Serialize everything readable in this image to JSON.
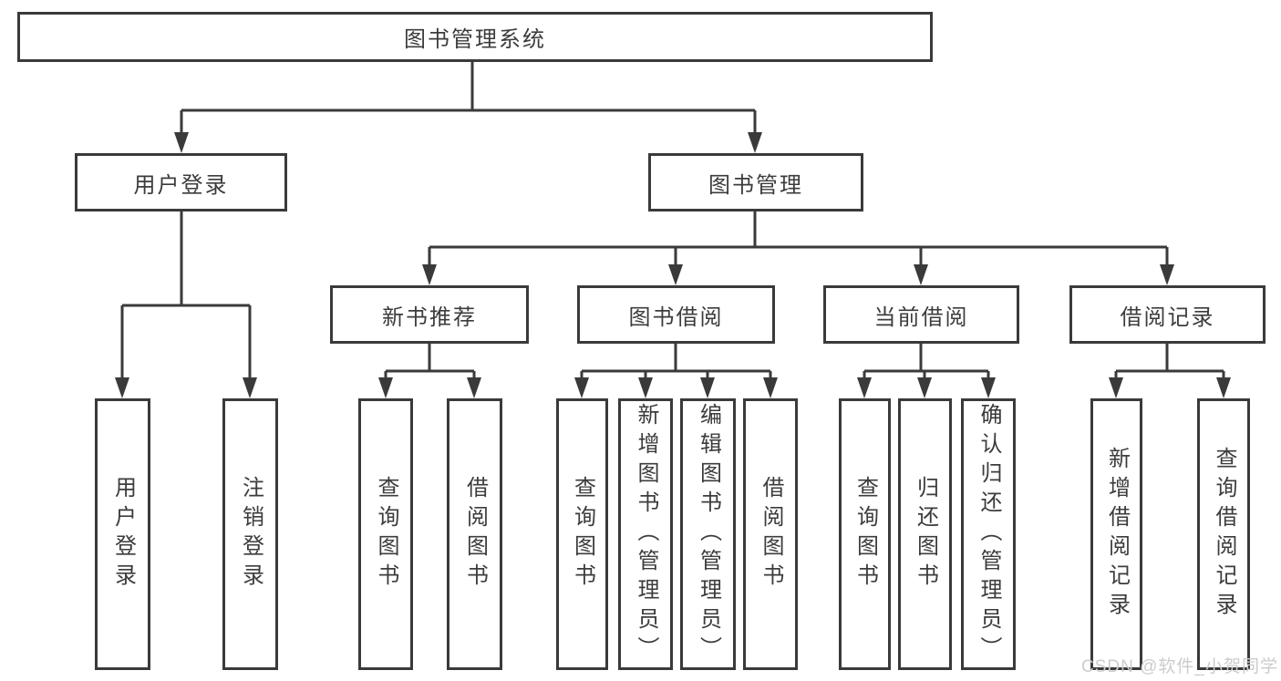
{
  "tree": {
    "label": "图书管理系统",
    "children": [
      {
        "label": "用户登录",
        "children": [
          {
            "label": "用户登录"
          },
          {
            "label": "注销登录"
          }
        ]
      },
      {
        "label": "图书管理",
        "children": [
          {
            "label": "新书推荐",
            "children": [
              {
                "label": "查询图书"
              },
              {
                "label": "借阅图书"
              }
            ]
          },
          {
            "label": "图书借阅",
            "children": [
              {
                "label": "查询图书"
              },
              {
                "label": "新增图书（管理员）"
              },
              {
                "label": "编辑图书（管理员）"
              },
              {
                "label": "借阅图书"
              }
            ]
          },
          {
            "label": "当前借阅",
            "children": [
              {
                "label": "查询图书"
              },
              {
                "label": "归还图书"
              },
              {
                "label": "确认归还（管理员）"
              }
            ]
          },
          {
            "label": "借阅记录",
            "children": [
              {
                "label": "新增借阅记录"
              },
              {
                "label": "查询借阅记录"
              }
            ]
          }
        ]
      }
    ]
  },
  "watermark": {
    "text": "CSDN @软件_小贺同学"
  },
  "colors": {
    "line": "#3a3a3a",
    "text": "#3c3c3c",
    "box_background": "#ffffff",
    "watermark": "#cccccc",
    "background": "#ffffff"
  }
}
